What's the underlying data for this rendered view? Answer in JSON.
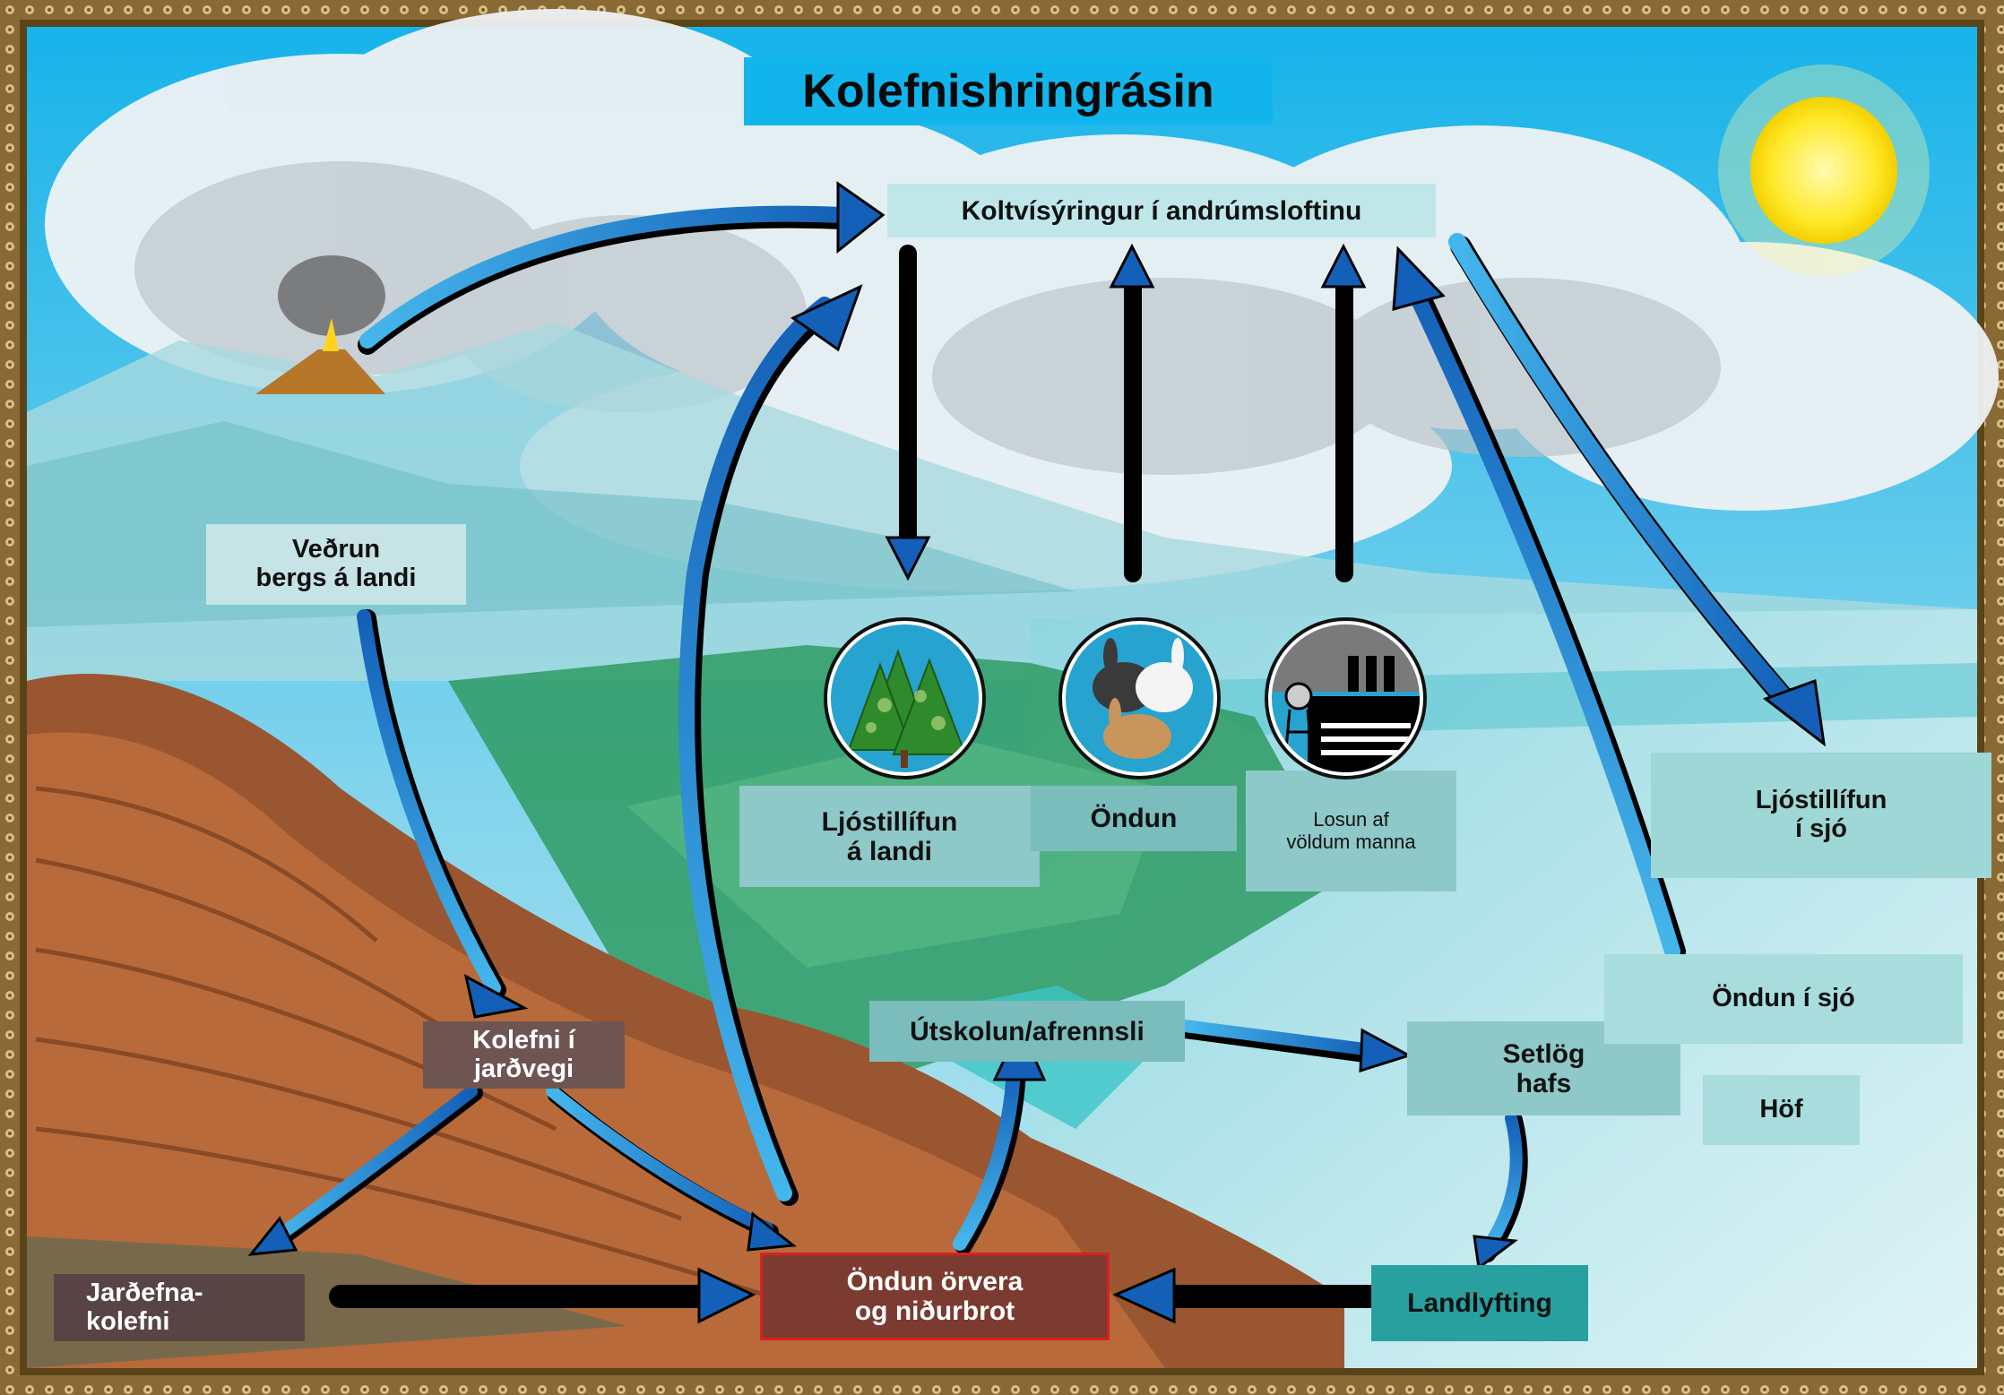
{
  "diagram": {
    "title": "Kolefnishringrásin",
    "nodes": {
      "atmosphere": "Koltvísýringur í andrúmsloftinu",
      "weathering": "Veðrun\nbergs á landi",
      "soil_carbon": "Kolefni í\njarðvegi",
      "fossil_fuels": "Jarðefna-\nkolefni",
      "microbe_respiration": "Öndun örvera\nog niðurbrot",
      "runoff": "Útskolun/afrennsli",
      "ocean_sediment": "Setlög\nhafs",
      "uplift": "Landlyfting",
      "land_photosynthesis": "Ljóstillífun\ná landi",
      "respiration": "Öndun",
      "human_emissions": "Losun af\nvöldum manna",
      "ocean_photosynthesis": "Ljóstillífun\ní sjó",
      "ocean_respiration": "Öndun í sjó",
      "oceans": "Höf"
    },
    "icons": {
      "trees": "trees-icon",
      "rabbits": "rabbits-icon",
      "factory": "factory-icon",
      "volcano": "volcano-icon",
      "sun": "sun-icon"
    },
    "colors": {
      "arrow": "#1f73c8",
      "title_bg": "#12b4ec",
      "frame": "#7a5a2a"
    }
  }
}
